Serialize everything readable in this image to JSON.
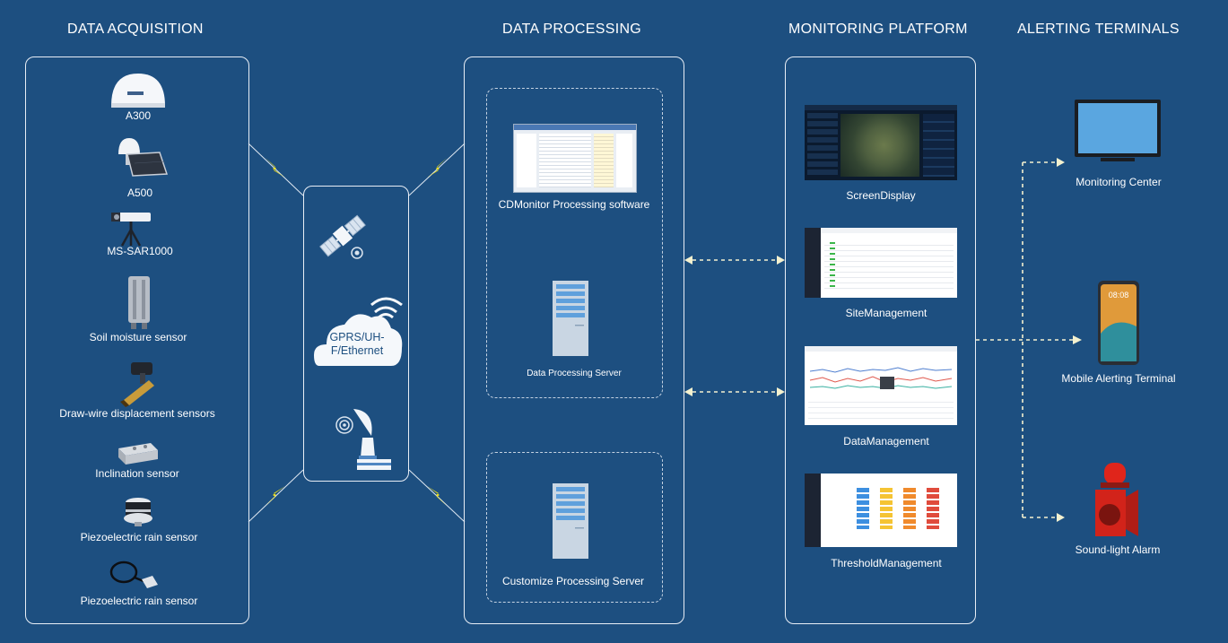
{
  "columns": {
    "acquisition": "DATA ACQUISITION",
    "processing": "DATA PROCESSING",
    "monitoring": "MONITORING PLATFORM",
    "alerting": "ALERTING TERMINALS"
  },
  "acquisition_devices": [
    "A300",
    "A500",
    "MS-SAR1000",
    "Soil moisture sensor",
    "Draw-wire displacement sensors",
    "Inclination sensor",
    "Piezoelectric rain sensor",
    "Piezoelectric rain sensor"
  ],
  "transmission": {
    "cloud_label": "GPRS/UH-F/Ethernet"
  },
  "processing": {
    "software": "CDMonitor Processing software",
    "data_server": "Data Processing Server",
    "custom_server": "Customize Processing Server"
  },
  "monitoring": [
    "ScreenDisplay",
    "SiteManagement",
    "DataManagement",
    "ThresholdManagement"
  ],
  "alerting": [
    "Monitoring Center",
    "Mobile Alerting Terminal",
    "Sound-light Alarm"
  ],
  "phone_time": "08:08"
}
